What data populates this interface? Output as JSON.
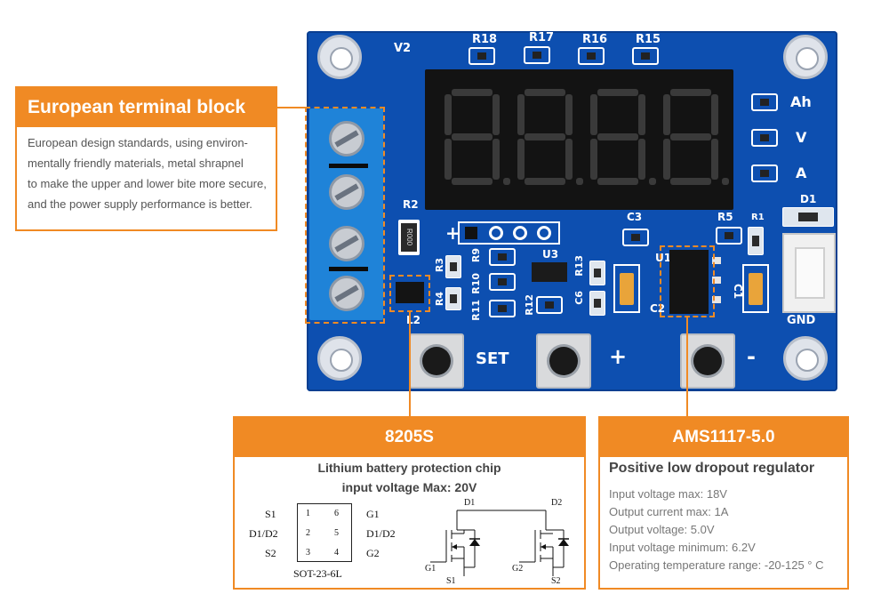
{
  "terminal_callout": {
    "title": "European terminal block",
    "body_lines": [
      "European design standards, using environ-",
      "mentally friendly materials, metal shrapnel",
      "to make the upper and lower bite more secure,",
      "and the power supply performance is better."
    ]
  },
  "chip_8205s": {
    "title": "8205S",
    "subtitle_line1": "Lithium battery protection chip",
    "subtitle_line2": "input voltage Max: 20V",
    "package_label": "SOT-23-6L",
    "pins_left": [
      {
        "name": "S1",
        "num": "1"
      },
      {
        "name": "D1/D2",
        "num": "2"
      },
      {
        "name": "S2",
        "num": "3"
      }
    ],
    "pins_right": [
      {
        "name": "G1",
        "num": "6"
      },
      {
        "name": "D1/D2",
        "num": "5"
      },
      {
        "name": "G2",
        "num": "4"
      }
    ],
    "schematic_labels": {
      "d1": "D1",
      "d2": "D2",
      "g1": "G1",
      "g2": "G2",
      "s1": "S1",
      "s2": "S2"
    }
  },
  "chip_ams1117": {
    "title": "AMS1117-5.0",
    "subtitle": "Positive low dropout regulator",
    "specs": [
      "Input voltage max: 18V",
      "Output current max: 1A",
      "Output voltage: 5.0V",
      "Input voltage minimum: 6.2V",
      "Operating temperature range: -20-125 ° C"
    ]
  },
  "board": {
    "silk_v2": "V2",
    "top_resistors": [
      "R18",
      "R17",
      "R16",
      "R15"
    ],
    "indicators": [
      "Ah",
      "V",
      "A"
    ],
    "labels": {
      "d1": "D1",
      "r2": "R2",
      "r2_value": "R000",
      "c3": "C3",
      "r5": "R5",
      "r1": "R1",
      "u1": "U1",
      "u3": "U3",
      "c1": "C1",
      "c2": "C2",
      "c6": "C6",
      "r3": "R3",
      "r4": "R4",
      "r9": "R9",
      "r10": "R10",
      "r11": "R11",
      "r12": "R12",
      "r13": "R13",
      "l2": "L2",
      "plus_header": "+",
      "gnd": "GND"
    },
    "buttons": [
      "SET",
      "+",
      "-"
    ]
  },
  "colors": {
    "accent": "#f08a24",
    "pcb": "#0d4fb0",
    "terminal": "#1f83d8"
  }
}
